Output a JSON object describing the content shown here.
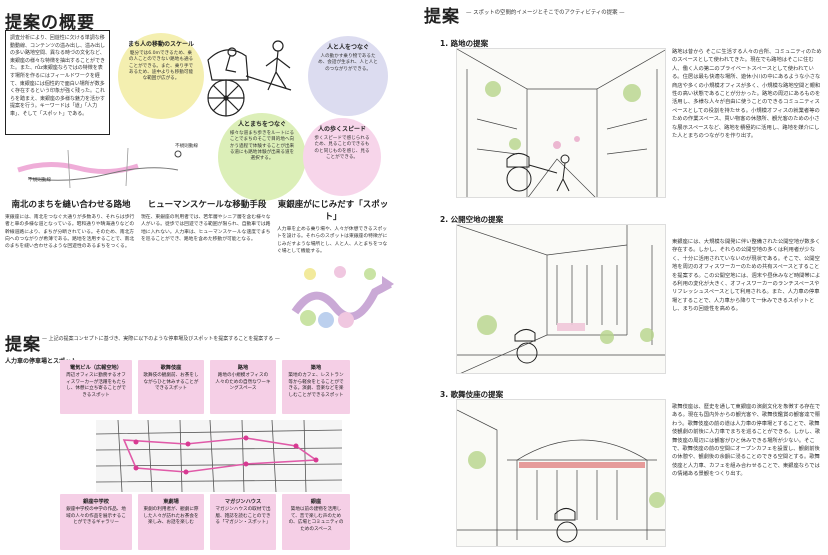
{
  "left": {
    "overview_title": "提案の概要",
    "overview_text": "調査分析により、回遊性に欠ける単調な移動動線、コンテンツの溢み出し、溢み出しの多い路地空間、異なる時づの文化など、東銀座の様々な特徴を抽出することができた。また、růz東銀座ならではの特徴を表す場所を作るにはフィールドワークを経て、東銀座には個性的で面白い場所が数多く存在するという印象が強く残った。これらを踏まえ、東銀座の多様な魅力を活かす提案を行う。キーワードは「道」「人力車」、そして「スポット」である。",
    "circles": [
      {
        "title": "まち人の移動のスケール",
        "text": "駆分では6.0mできるため、乗の人ことのできない路地も通ることができる。また、乗り手であるため、途中よりも移動可能な範囲が広がる。"
      },
      {
        "title": "人と人をつなぐ",
        "text": "人の動かす乗り物であるため、会話が生まれ、人と人とのつながりができる。"
      },
      {
        "title": "人とまちをつなぐ",
        "text": "様々な道まち歩きをルートにることでまちのそこで目的地へ向かう過程で体験することが出来る道にも路地体験が出来る道を選択する。"
      },
      {
        "title": "人の歩くスピード",
        "text": "歩くスピードで感じられるため、見ることのできるものと同じものを感じ、見ることができる。"
      }
    ],
    "map_labels": {
      "top": "不規則動線",
      "bottom": "不規則動線"
    },
    "columns": [
      {
        "title": "南北のまちを縫い合わせる路地",
        "text": "東銀座には、南北をつなぐ大通りが多数あり、それらは歩行者と車の多様な道となっている。昭和通りや晴海通りなどの幹線道路により、まちが分断されている。そのため、南北方向へのつながりが希薄である。路地を活用することで、南北のまちを縫い合わせるような回遊性のあるまちをつくる。"
      },
      {
        "title": "ヒューマンスケールな移動手段",
        "text": "現在、東銀座の利用者では、若年層やシニア層を含む様々な人がいる。徒歩では回遊できる範囲が限られ、自動車では路地に入れない。人力車は、ヒューマンスケールな速度でまちを巡ることができ、路地を含めた移動が可能となる。"
      },
      {
        "title": "東銀座がにじみだす「スポット」",
        "text": "人力車を止める乗り場や、人々が休憩できるスポットを設ける。それらのスポットは東銀座の特徴がにじみだすような場所とし、人と人、人とまちをつなぐ場として機能する。"
      }
    ],
    "proposal_title": "提案",
    "proposal_sub": "— 上記の提案コンセプトに基づき、実際に以下のような停車場及びスポットを提案することを提案する —",
    "stops_label": "人力車の停車場とスポット",
    "stops": [
      {
        "title": "電気ビル（広報空地）",
        "text": "周辺オフィスに勤務するオフィスワーカーが活躍をもたらし、休憩に立ち寄ることができるスポット"
      },
      {
        "title": "歌舞伎座",
        "text": "歌舞伎の観劇前、お茶をしながらひと休みすることができるスポット"
      },
      {
        "title": "路地",
        "text": "路地の小規模オフィスの人々のための自然なワーキングスペース"
      },
      {
        "title": "築地",
        "text": "築地のカフェ、レストラン等から軽食をとることができる。演劇、音楽などを楽しむことができるスポット"
      },
      {
        "title": "銀座中学校",
        "text": "銀座中学校の中学の作品、地域の人々の作品を展示することができるギャラリー"
      },
      {
        "title": "東劇場",
        "text": "東劇の利用者が、観劇に際した人々が訪れたお茶会を楽しみ、お話を楽しむ"
      },
      {
        "title": "マガジンハウス",
        "text": "マガジンハウスの取材で出版、雑誌を読むことのできる「マガジン・スポット」"
      },
      {
        "title": "銀座",
        "text": "築地以前の建物を活用して、音で楽しむ声のための、広場とコミュニティのためのスペース"
      }
    ]
  },
  "right": {
    "title": "提案",
    "subtitle": "— スポットの空間的イメージとそこでのアクティビティの提案 —",
    "sections": [
      {
        "title": "1. 路地の提案",
        "text": "路地は昔から そこに生活する人々の合所、コミュニティのためのスペースとして使われてきた。現在でも路地はそこに住む人、働く人の第二のプライベートスペースとして使われている。住居は最も快適な場所、遊休小川の中にあるような小さな商店や多くの小規模オフィスが多く、小規模な路地空間と親和性の高い状態であることが分かった。路地の周辺にあるものを活用し、多様な人々が自由に使うことのできるコミュニティスペースとしての役割を持たせる。小規模オフィスの就業者等のための作業スペース、買い物客の休憩所、観光客のための小さな展示スペースなど、路地を積極的に活用し、路地を媒介にした人とまちのつながりを作り出す。"
      },
      {
        "title": "2. 公開空地の提案",
        "text": "東銀座には、大規模な開発に伴い整備された公開空地が数多く存在する。しかし、それらの公開空地の多くは利用者が少なく、十分に活用されていないのが現状である。そこで、公開空地を周辺のオフィスワーカーのための共有スペースとすることを提案する。この公開空地には、週末や昼休みなど時間帯による利用の変化が大きく、オフィスワーカーのランチスペースやリフレッシュスペースとして利用される。また、人力車の停車場とすることで、人力車から降りて一休みできるスポットとし、まちの回遊性を高める。"
      },
      {
        "title": "3. 歌舞伎座の提案",
        "text": "歌舞伎座は、歴史を通して東銀座の演劇文化を象徴する存在である。現在も国内外からの観光客や、歌舞伎鑑賞の観客達で賑わう。歌舞伎座の前の道は人力車の停車場とすることで、歌舞伎観劇の前後に人力車でまちを巡ることができる。しかし、歌舞伎座の周辺には観客がひと休みできる場所が少ない。そこで、歌舞伎座の前の空間にオープンカフェを設置し、観劇前後の休憩や、観劇後の余韻に浸ることのできる空間とする。歌舞伎座と人力車、カフェを組み合わせることで、東銀座ならではの情緒ある景観をつくり出す。"
      }
    ]
  },
  "colors": {
    "yellow": "#f4efb0",
    "lavender": "#dcdcf0",
    "green": "#dcefb8",
    "pink": "#f7d5ea",
    "box_pink": "#f5cfe6"
  }
}
